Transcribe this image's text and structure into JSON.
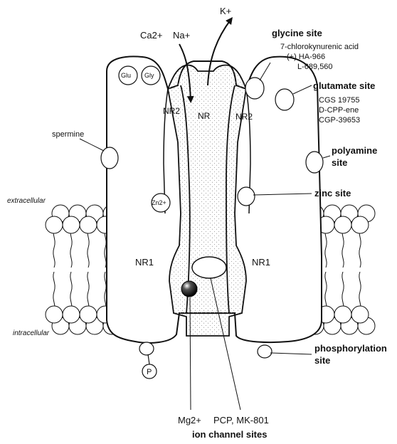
{
  "labels": {
    "k_ion": "K+",
    "ca_ion": "Ca2+",
    "na_ion": "Na+",
    "glycine_site": "glycine site",
    "glycine_ligand_1": "7-chlorokynurenic acid",
    "glycine_ligand_2": "(+) HA-966",
    "glycine_ligand_3": "L-689,560",
    "glutamate_site": "glutamate site",
    "glutamate_ligand_1": "CGS 19755",
    "glutamate_ligand_2": "D-CPP-ene",
    "glutamate_ligand_3": "CGP-39653",
    "polyamine_site_1": "polyamine",
    "polyamine_site_2": "site",
    "zinc_site": "zinc site",
    "phosphorylation_1": "phosphorylation",
    "phosphorylation_2": "site",
    "spermine": "spermine",
    "extracellular": "extracellular",
    "intracellular": "intracellular",
    "glu": "Glu",
    "gly": "Gly",
    "zn": "Zn2+",
    "nr2_left": "NR2",
    "nr2_right": "NR2",
    "nr_center": "NR",
    "nr1_left": "NR1",
    "nr1_right": "NR1",
    "p": "P",
    "mg": "Mg2+",
    "pcp": "PCP, MK-801",
    "ion_channel_sites": "ion channel sites"
  },
  "colors": {
    "ink": "#111111",
    "membrane_fill": "#ffffff",
    "stipple": "#9a9a9a"
  }
}
